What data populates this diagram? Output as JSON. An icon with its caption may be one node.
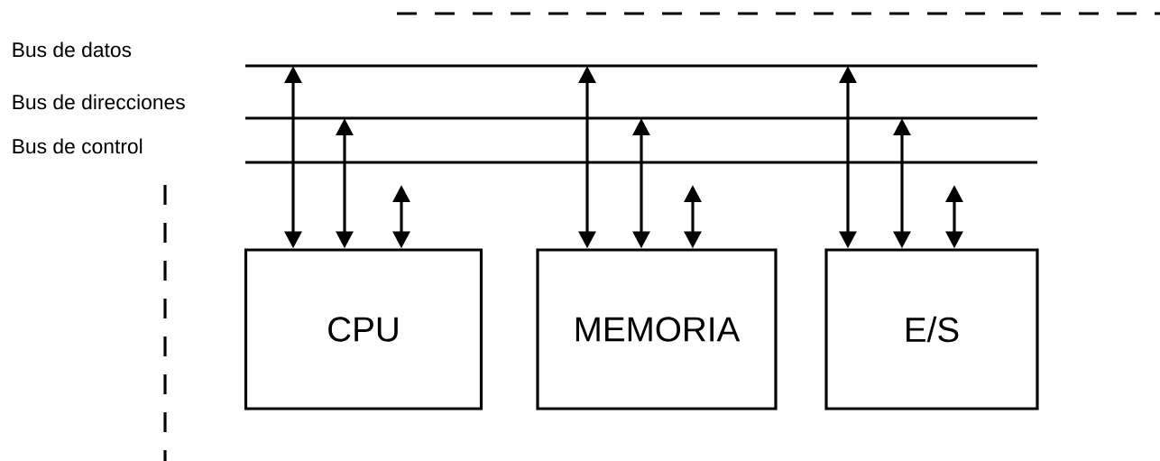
{
  "diagram": {
    "nodes": [
      {
        "text": [
          "CPU"
        ]
      },
      {
        "text": [
          "MEMORIA"
        ]
      },
      {
        "text": [
          "E/S"
        ]
      }
    ],
    "edges": [
      {
        "from": 0,
        "to": null,
        "arrow": "both"
      },
      {
        "from": 0,
        "to": null,
        "arrow": "both"
      },
      {
        "from": 0,
        "to": null,
        "arrow": "both"
      },
      {
        "from": 1,
        "to": null,
        "arrow": "both"
      },
      {
        "from": 1,
        "to": null,
        "arrow": "both"
      },
      {
        "from": 1,
        "to": null,
        "arrow": "both"
      },
      {
        "from": 2,
        "to": null,
        "arrow": "both"
      },
      {
        "from": 2,
        "to": null,
        "arrow": "both"
      },
      {
        "from": 2,
        "to": null,
        "arrow": "both"
      }
    ],
    "labels": [
      "Bus de datos",
      "Bus de direcciones",
      "Bus de control"
    ]
  }
}
